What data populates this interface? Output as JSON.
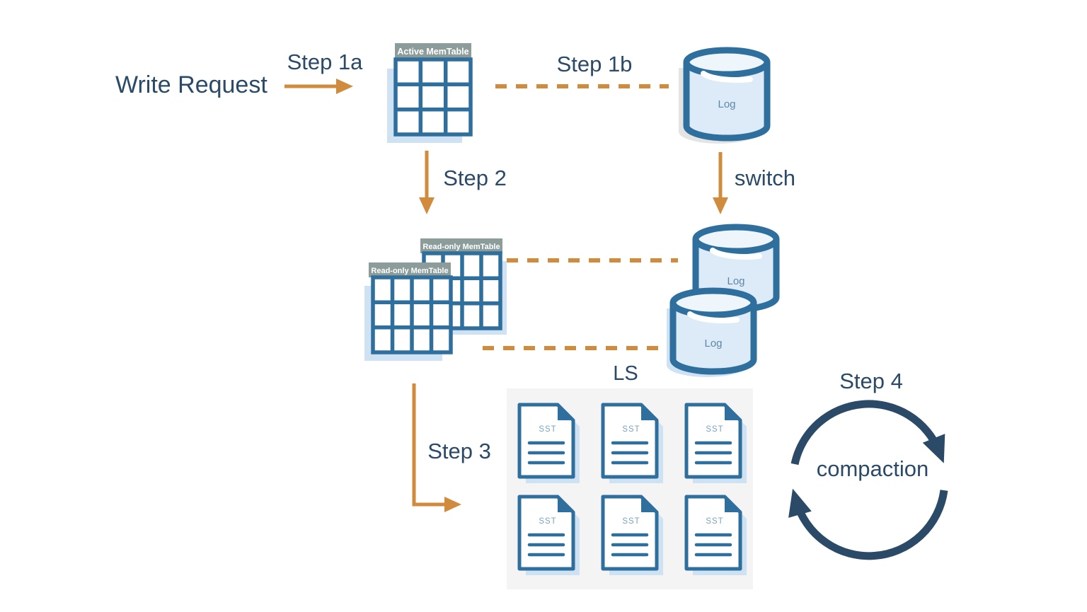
{
  "labels": {
    "write_request": "Write Request",
    "step_1a": "Step 1a",
    "step_1b": "Step 1b",
    "step_2": "Step 2",
    "step_3": "Step 3",
    "step_4": "Step 4",
    "switch": "switch",
    "ls": "LS",
    "compaction": "compaction",
    "active_memtable": "Active MemTable",
    "readonly_memtable": "Read-only MemTable",
    "log": "Log",
    "sst": "SST"
  },
  "colors": {
    "navy": "#2b4a68",
    "orange": "#d18b3c",
    "blue": "#2e6f9e",
    "light_blue": "#cfe2f3",
    "cyl_fill": "#dcebf7",
    "cyl_top": "#eef5fb",
    "header_gray": "#8c9c9b",
    "box_gray": "#f4f4f5",
    "log_text": "#5f87a6",
    "sst_text": "#7ba3c2",
    "shadow_gray": "#d9d9d9"
  }
}
